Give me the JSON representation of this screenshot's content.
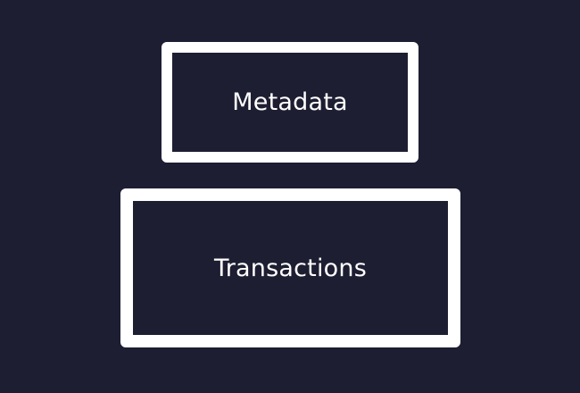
{
  "colors": {
    "background": "#1d1e32",
    "border": "#ffffff",
    "text": "#ffffff"
  },
  "blocks": [
    {
      "id": "metadata",
      "label": "Metadata"
    },
    {
      "id": "transactions",
      "label": "Transactions"
    }
  ]
}
